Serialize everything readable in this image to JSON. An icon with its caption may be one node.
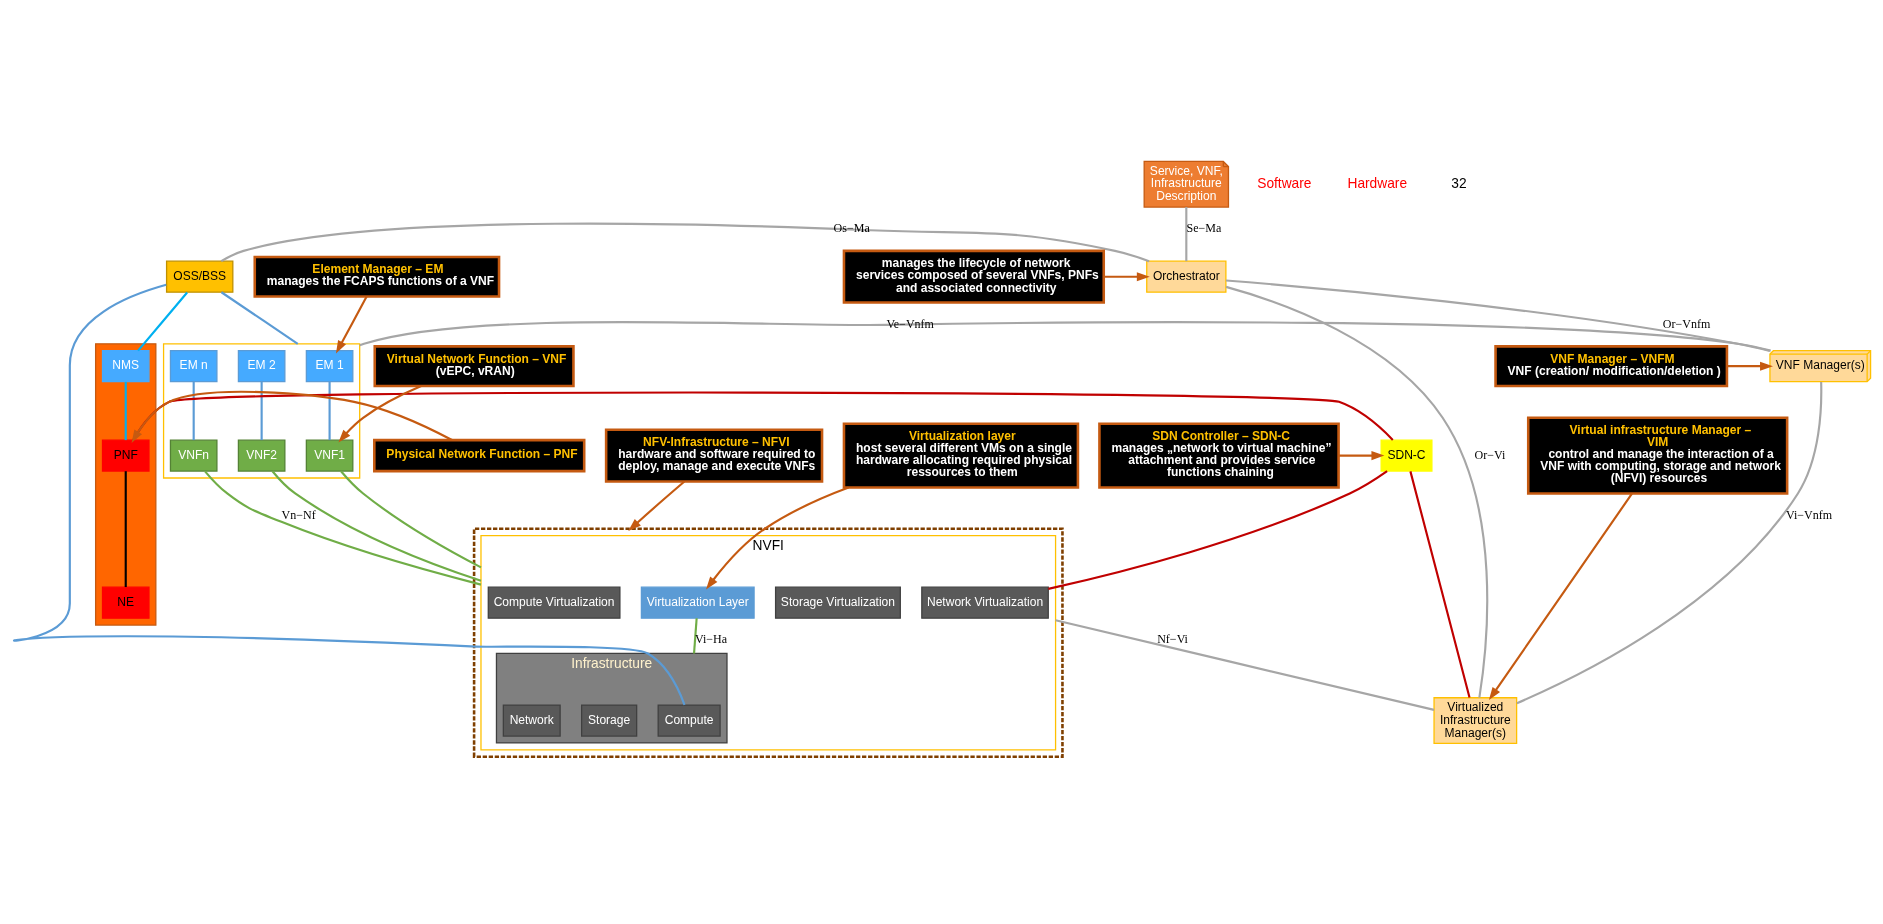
{
  "diagram": {
    "nodes": [
      {
        "text": [
          "OSS/BSS"
        ]
      },
      {
        "text": [
          "Service, VNF, Infrastructure Description"
        ]
      },
      {
        "text": [],
        "shape": "box"
      },
      {
        "text": [
          "EM 1"
        ],
        "in": 2
      },
      {
        "text": [
          "EM 2"
        ],
        "in": 2
      },
      {
        "text": [
          "EM n"
        ],
        "in": 2
      },
      {
        "text": [
          "VNF1"
        ],
        "in": 2
      },
      {
        "text": [
          "VNF2"
        ],
        "in": 2
      },
      {
        "text": [
          "VNFn"
        ],
        "in": 2
      },
      {
        "text": [],
        "shape": "box"
      },
      {
        "text": [
          "NMS"
        ],
        "in": 9
      },
      {
        "text": [
          "PNF"
        ],
        "in": 9
      },
      {
        "text": [
          "NE"
        ],
        "in": 9
      },
      {
        "text": [],
        "shape": "box"
      },
      {
        "text": [
          "NVFI"
        ],
        "in": 13
      },
      {
        "text": [
          "Compute Virtualization"
        ],
        "in": 14
      },
      {
        "text": [
          "Storage Virtualization"
        ],
        "in": 14
      },
      {
        "text": [
          "Network Virtualization"
        ],
        "in": 14
      },
      {
        "text": [
          "Virtualization Layer"
        ],
        "in": 14
      },
      {
        "text": [
          "Infrastructure"
        ],
        "in": 14
      },
      {
        "text": [
          "Compute"
        ],
        "in": 19
      },
      {
        "text": [
          "Storage"
        ],
        "in": 19
      },
      {
        "text": [
          "Network"
        ],
        "in": 19
      },
      {
        "text": [
          "SDN-C"
        ]
      },
      {
        "text": [
          "Orchestrator"
        ]
      },
      {
        "text": [
          "VNF Manager(s)"
        ]
      },
      {
        "text": [
          "Virtualized Infrastructure Manager(s)"
        ]
      },
      {
        "text": [
          "Element Manager – EM",
          "manages the FCAPS functions of a VNF"
        ]
      },
      {
        "text": [
          "Virtual Network Function – VNF",
          "(vEPC, vRAN)"
        ]
      },
      {
        "text": [
          "Physical Network Function – PNF"
        ]
      },
      {
        "text": [
          "Virtualization layer",
          "host several different VMs on a single hardware allocating required physical ressources to them"
        ]
      },
      {
        "text": [
          "NFV-Infrastructure – NFVI",
          "hardware and software required to deploy, manage and execute VNFs"
        ]
      },
      {
        "text": [
          "Virtual infrastructure Manager – VIM",
          "control and manage the interaction of a VNF with computing, storage and network (NFVI) resources"
        ]
      },
      {
        "text": [
          "SDN Controller – SDN-C",
          "manages „network to virtual machine” attachment and provides service functions chaining"
        ]
      },
      {
        "text": [
          "VNF Manager – VNFM",
          "VNF (creation/ modification/deletion )"
        ]
      },
      {
        "text": [
          "manages the lifecycle of network services composed of several VNFs, PNFs and associated connectivity"
        ]
      }
    ],
    "edges": [
      {
        "from": 0,
        "to": 24,
        "arrow": "none",
        "label": "Os−Ma",
        "color": "#a6a6a6"
      },
      {
        "from": 1,
        "to": 24,
        "arrow": "none",
        "label": "Se−Ma",
        "color": "#a6a6a6"
      },
      {
        "from": 2,
        "to": 25,
        "arrow": "none",
        "label": "Ve−Vnfm",
        "color": "#a6a6a6"
      },
      {
        "from": 24,
        "to": 25,
        "arrow": "none",
        "label": "Or−Vnfm",
        "color": "#a6a6a6"
      },
      {
        "from": 24,
        "to": 26,
        "arrow": "none",
        "label": "Or−Vi",
        "color": "#a6a6a6"
      },
      {
        "from": 25,
        "to": 26,
        "arrow": "none",
        "label": "Vi−Vnfm",
        "color": "#a6a6a6"
      },
      {
        "from": 14,
        "to": 26,
        "arrow": "none",
        "label": "Nf−Vi",
        "color": "#a6a6a6"
      },
      {
        "from": 0,
        "to": 2,
        "arrow": "none",
        "color": "#5b9bd5"
      },
      {
        "from": 3,
        "to": 6,
        "arrow": "none",
        "color": "#5b9bd5"
      },
      {
        "from": 4,
        "to": 7,
        "arrow": "none",
        "color": "#5b9bd5"
      },
      {
        "from": 5,
        "to": 8,
        "arrow": "none",
        "color": "#5b9bd5"
      },
      {
        "from": 6,
        "to": 14,
        "arrow": "none",
        "color": "#70ad47"
      },
      {
        "from": 7,
        "to": 14,
        "arrow": "none",
        "color": "#70ad47"
      },
      {
        "from": 8,
        "to": 14,
        "arrow": "none",
        "color": "#70ad47",
        "label": "Vn−Nf"
      },
      {
        "from": 18,
        "to": 19,
        "arrow": "none",
        "color": "#70ad47",
        "label": "Vi−Ha"
      },
      {
        "from": 0,
        "to": 10,
        "arrow": "none",
        "color": "#00b0f0"
      },
      {
        "from": 10,
        "to": 11,
        "arrow": "none",
        "color": "#00b0f0"
      },
      {
        "from": 11,
        "to": 12,
        "arrow": "none",
        "color": "#000000"
      },
      {
        "from": 0,
        "to": 20,
        "arrow": "none",
        "color": "#5b9bd5"
      },
      {
        "from": 11,
        "to": 23,
        "arrow": "none",
        "color": "#c00000"
      },
      {
        "from": 23,
        "to": 17,
        "arrow": "none",
        "color": "#c00000"
      },
      {
        "from": 23,
        "to": 26,
        "arrow": "none",
        "color": "#c00000"
      },
      {
        "from": 27,
        "to": 3,
        "arrow": "to",
        "color": "#c55a11"
      },
      {
        "from": 28,
        "to": 6,
        "arrow": "to",
        "color": "#c55a11"
      },
      {
        "from": 29,
        "to": 11,
        "arrow": "to",
        "color": "#c55a11"
      },
      {
        "from": 30,
        "to": 18,
        "arrow": "to",
        "color": "#c55a11"
      },
      {
        "from": 31,
        "to": 13,
        "arrow": "to",
        "color": "#c55a11"
      },
      {
        "from": 32,
        "to": 26,
        "arrow": "to",
        "color": "#c55a11"
      },
      {
        "from": 33,
        "to": 23,
        "arrow": "to",
        "color": "#c55a11"
      },
      {
        "from": 34,
        "to": 25,
        "arrow": "to",
        "color": "#c55a11"
      },
      {
        "from": 35,
        "to": 24,
        "arrow": "to",
        "color": "#c55a11"
      }
    ],
    "labels": [
      "Software",
      "Hardware",
      "32"
    ]
  }
}
